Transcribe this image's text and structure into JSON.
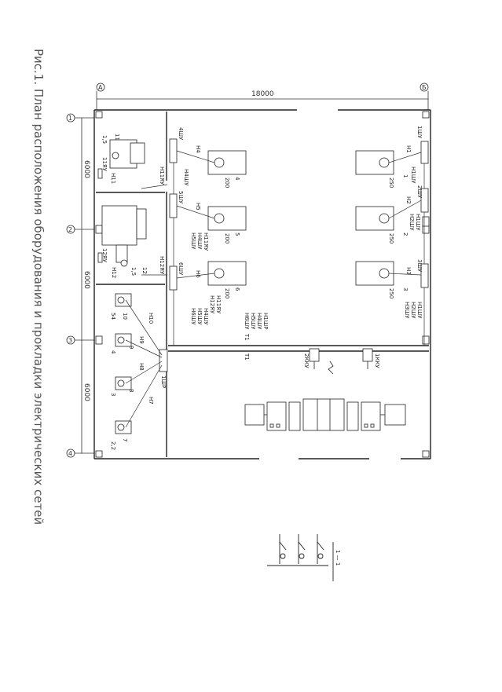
{
  "caption": "Рис.1. План расположения оборудования и прокладки электрических сетей",
  "dimensions": {
    "total_width": "18000",
    "bay_1": "6000",
    "bay_2": "6000",
    "bay_3": "6000"
  },
  "axes": {
    "letters": [
      "А",
      "Б"
    ],
    "numbers": [
      "1",
      "2",
      "3",
      "4"
    ]
  },
  "left_rooms": {
    "items": [
      "11",
      "1,5",
      "11ЯУ",
      "Н11",
      "Н11ЯУ",
      "12ЯУ",
      "Н12",
      "1,5",
      "12",
      "Н12ЯУ",
      "10",
      "54",
      "9",
      "4",
      "8",
      "3",
      "7",
      "2,2",
      "Н10",
      "Н9",
      "Н8",
      "Н7",
      "1ШР"
    ]
  },
  "middle_column": {
    "labels": [
      "4ШУ",
      "Н4",
      "4",
      "200",
      "Н4ШУ",
      "5ШУ",
      "Н5",
      "5",
      "200",
      "Н11ЯУ",
      "Н4ШУ",
      "Н5ШУ",
      "6ШУ",
      "Н6",
      "6",
      "200",
      "Н11ЯУ",
      "Н12ЯУ",
      "Н4ШУ",
      "Н5ШУ",
      "Н6ШУ",
      "Н1ШР",
      "Н4ШУ",
      "Н5ШУ",
      "Н6ШУ",
      "Т1",
      "Т1"
    ]
  },
  "right_column": {
    "labels": [
      "1ШУ",
      "Н1",
      "1",
      "250",
      "Н1ШУ",
      "2ШУ",
      "Н2",
      "2",
      "250",
      "Н1ШУ",
      "Н2ШУ",
      "3ШУ",
      "Н3",
      "3",
      "250",
      "Н1ШУ",
      "Н2ШУ",
      "Н3ШУ"
    ]
  },
  "kku": {
    "left": "2ККУ",
    "right": "1ККУ"
  },
  "section": {
    "label": "1 — 1"
  }
}
